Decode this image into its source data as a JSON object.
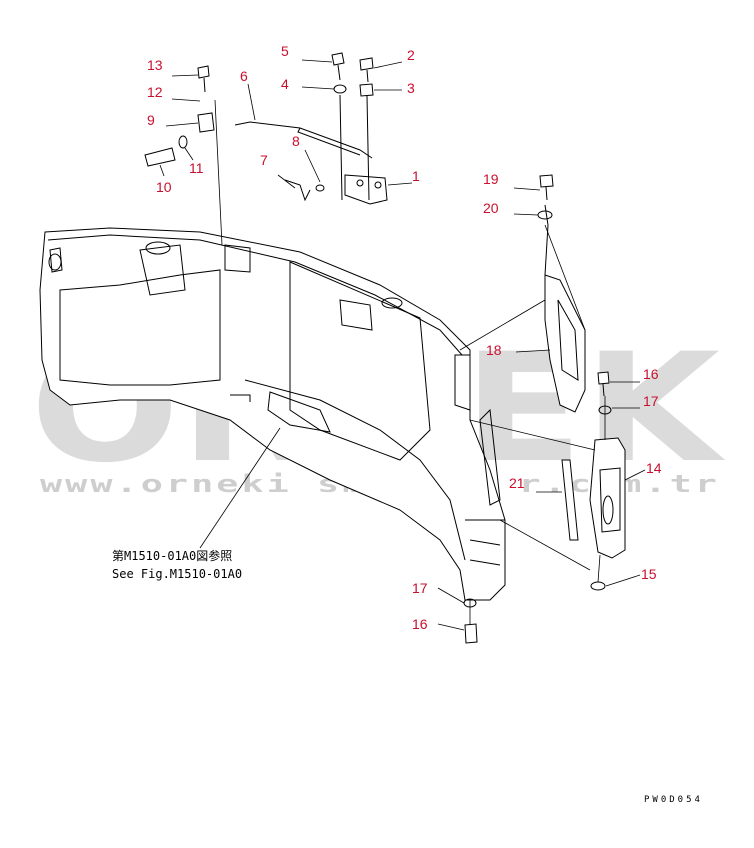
{
  "callouts": {
    "c1": "1",
    "c2": "2",
    "c3": "3",
    "c4": "4",
    "c5": "5",
    "c6": "6",
    "c7": "7",
    "c8": "8",
    "c9": "9",
    "c10": "10",
    "c11": "11",
    "c12": "12",
    "c13": "13",
    "c14": "14",
    "c15": "15",
    "c16a": "16",
    "c16b": "16",
    "c17a": "17",
    "c17b": "17",
    "c18": "18",
    "c19": "19",
    "c20": "20",
    "c21": "21"
  },
  "reference": {
    "line1": "第M1510-01A0図参照",
    "line2": "See Fig.M1510-01A0"
  },
  "drawing_code": "PW0D054",
  "watermark": {
    "logo": "ORNEK",
    "url": "www.orneki smakina r.com.tr"
  },
  "colors": {
    "callout": "#c8102e",
    "line": "#000000",
    "watermark": "#bfbfbf"
  }
}
